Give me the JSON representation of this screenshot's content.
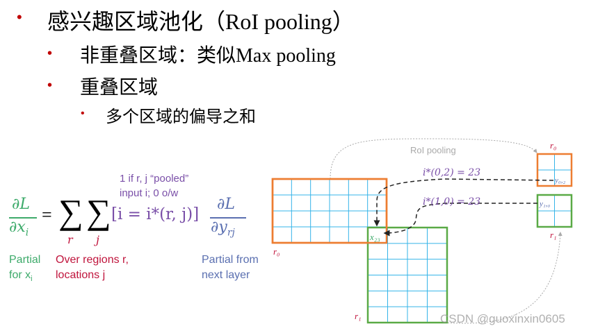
{
  "bullets": [
    {
      "text": "感兴趣区域池化（RoI pooling）"
    },
    {
      "text": "非重叠区域：类似Max pooling"
    },
    {
      "text": "重叠区域"
    },
    {
      "text": "多个区域的偏导之和"
    }
  ],
  "formula": {
    "lhs_num": "∂L",
    "lhs_den": "∂x",
    "lhs_sub": "i",
    "eq": "=",
    "sum": "∑",
    "sub_r": "r",
    "sub_j": "j",
    "bracket": "[i = i*(r, j)]",
    "rhs_num": "∂L",
    "rhs_den": "∂y",
    "rhs_sub": "rj",
    "note1": "1 if r, j “pooled”",
    "note2": "input i; 0 o/w",
    "label_partial_1": "Partial",
    "label_partial_2": "for x",
    "label_partial_sub": "i",
    "label_over_1": "Over regions r,",
    "label_over_2": "locations j",
    "label_next_1": "Partial from",
    "label_next_2": "next layer"
  },
  "diagram": {
    "roi_label": "RoI pooling",
    "map1": "i*(0,2) = 23",
    "map2": "i*(1,0) = 23",
    "x23": "x₂₃",
    "y02": "y₀,₂",
    "y10": "y₁,₀",
    "r0": "r₀",
    "r1": "r₁",
    "r0_small": "r₀",
    "r1_small": "r₁"
  },
  "watermark": "CSDN @guoxinxin0605",
  "colors": {
    "bullet": "#c00000",
    "green": "#3daa6a",
    "red": "#c0143c",
    "purple": "#7a4fa8",
    "blue": "#5a6fb0",
    "orange": "#ed7d31",
    "grid": "#34b4e8",
    "gbox": "#5aaa46"
  }
}
